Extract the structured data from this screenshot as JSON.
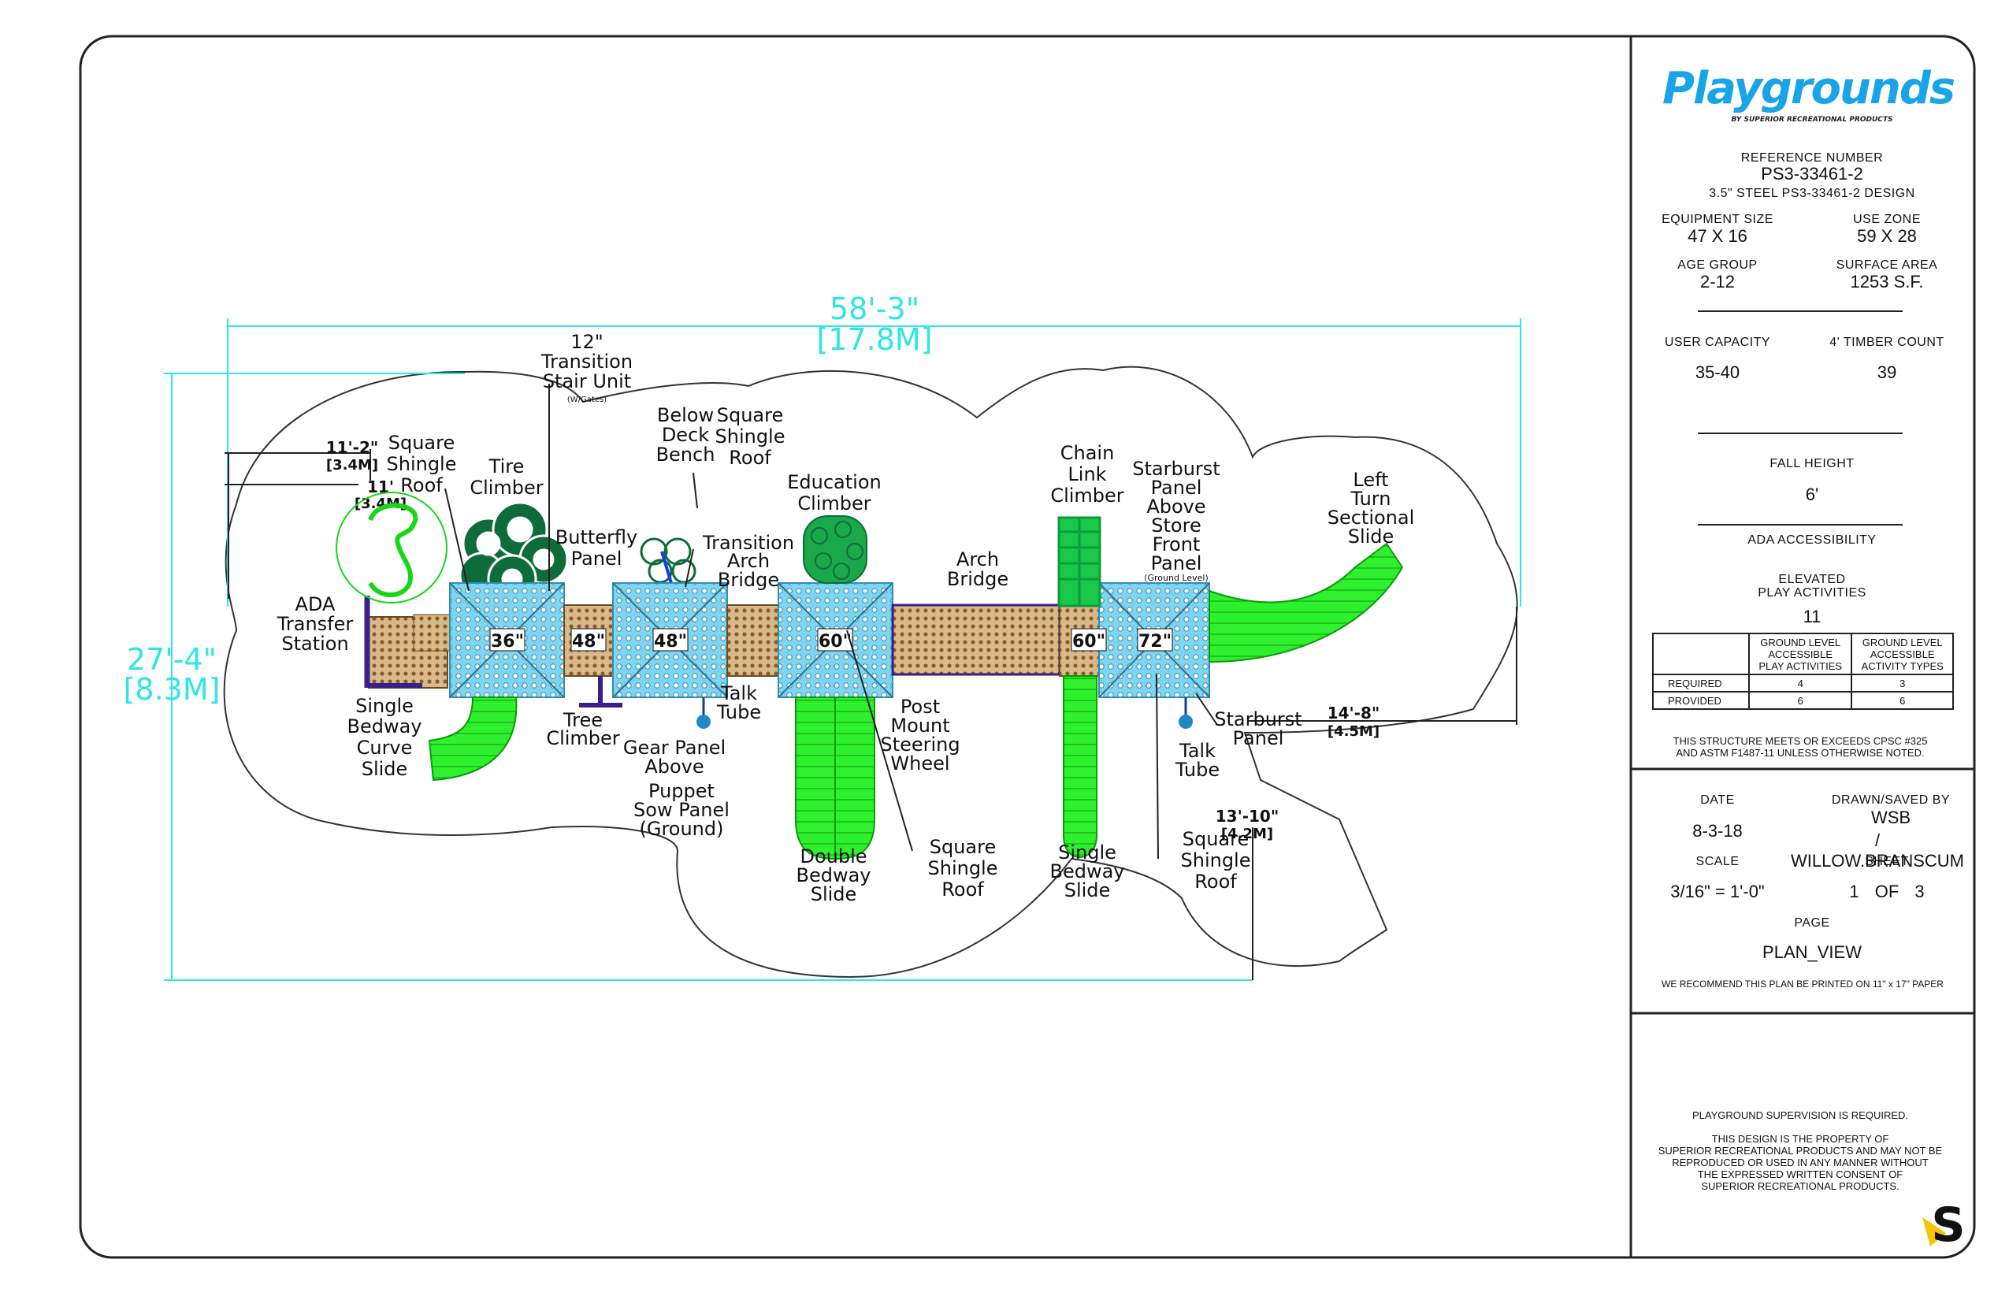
{
  "plan": {
    "overall_width": "58'-3\"",
    "overall_width_metric": "[17.8M]",
    "overall_depth": "27'-4\"",
    "overall_depth_metric": "[8.3M]",
    "dims": {
      "d1": "11'-2\"",
      "d1m": "[3.4M]",
      "d2": "11'",
      "d2m": "[3.4M]",
      "d3": "14'-8\"",
      "d3m": "[4.5M]",
      "d4": "13'-10\"",
      "d4m": "[4.2M]"
    },
    "deck_heights": [
      "36\"",
      "48\"",
      "48\"",
      "60\"",
      "60\"",
      "72\""
    ],
    "labels": {
      "transition_stair_1": "12\"",
      "transition_stair_2": "Transition",
      "transition_stair_3": "Stair Unit",
      "gates": "(W/Gates)",
      "square_roof_a1": "Square",
      "square_roof_a2": "Shingle",
      "square_roof_a3": "Roof",
      "tire_climber_1": "Tire",
      "tire_climber_2": "Climber",
      "ada_1": "ADA",
      "ada_2": "Transfer",
      "ada_3": "Station",
      "butterfly_1": "Butterfly",
      "butterfly_2": "Panel",
      "below_deck_1": "Below",
      "below_deck_2": "Deck",
      "below_deck_3": "Bench",
      "square_roof_b1": "Square",
      "square_roof_b2": "Shingle",
      "square_roof_b3": "Roof",
      "transition_arch_1": "Transition",
      "transition_arch_2": "Arch",
      "transition_arch_3": "Bridge",
      "education_1": "Education",
      "education_2": "Climber",
      "arch_bridge_1": "Arch",
      "arch_bridge_2": "Bridge",
      "chain_link_1": "Chain",
      "chain_link_2": "Link",
      "chain_link_3": "Climber",
      "starburst_1": "Starburst",
      "starburst_2": "Panel",
      "starburst_3": "Above",
      "starburst_4": "Store",
      "starburst_5": "Front",
      "starburst_6": "Panel",
      "ground_level": "(Ground Level)",
      "left_turn_1": "Left",
      "left_turn_2": "Turn",
      "left_turn_3": "Sectional",
      "left_turn_4": "Slide",
      "single_curve_1": "Single",
      "single_curve_2": "Bedway",
      "single_curve_3": "Curve",
      "single_curve_4": "Slide",
      "tree_climber_1": "Tree",
      "tree_climber_2": "Climber",
      "gear_1": "Gear Panel",
      "gear_2": "Above",
      "puppet_1": "Puppet",
      "puppet_2": "Sow Panel",
      "puppet_3": "(Ground)",
      "talk_tube_a1": "Talk",
      "talk_tube_a2": "Tube",
      "post_mount_1": "Post",
      "post_mount_2": "Mount",
      "post_mount_3": "Steering",
      "post_mount_4": "Wheel",
      "double_slide_1": "Double",
      "double_slide_2": "Bedway",
      "double_slide_3": "Slide",
      "square_roof_c1": "Square",
      "square_roof_c2": "Shingle",
      "square_roof_c3": "Roof",
      "single_slide_1": "Single",
      "single_slide_2": "Bedway",
      "single_slide_3": "Slide",
      "square_roof_d1": "Square",
      "square_roof_d2": "Shingle",
      "square_roof_d3": "Roof",
      "talk_tube_b1": "Talk",
      "talk_tube_b2": "Tube",
      "starburst_b1": "Starburst",
      "starburst_b2": "Panel"
    }
  },
  "title_block": {
    "logo": "Playgrounds",
    "logo_sub": "BY SUPERIOR RECREATIONAL PRODUCTS",
    "reference_number_label": "REFERENCE NUMBER",
    "reference_number": "PS3-33461-2",
    "design": "3.5\" STEEL PS3-33461-2 DESIGN",
    "equipment_size_label": "EQUIPMENT SIZE",
    "equipment_size": "47 X 16",
    "use_zone_label": "USE ZONE",
    "use_zone": "59 X 28",
    "age_group_label": "AGE GROUP",
    "age_group": "2-12",
    "surface_area_label": "SURFACE AREA",
    "surface_area": "1253 S.F.",
    "user_capacity_label": "USER CAPACITY",
    "user_capacity": "35-40",
    "timber_count_label": "4' TIMBER COUNT",
    "timber_count": "39",
    "fall_height_label": "FALL HEIGHT",
    "fall_height": "6'",
    "ada_label": "ADA ACCESSIBILITY",
    "elevated_label_1": "ELEVATED",
    "elevated_label_2": "PLAY ACTIVITIES",
    "elevated_count": "11",
    "table": {
      "col1": [
        "GROUND LEVEL",
        "ACCESSIBLE",
        "PLAY ACTIVITIES"
      ],
      "col2": [
        "GROUND LEVEL",
        "ACCESSIBLE",
        "ACTIVITY TYPES"
      ],
      "required_label": "REQUIRED",
      "required": [
        "4",
        "3"
      ],
      "provided_label": "PROVIDED",
      "provided": [
        "6",
        "6"
      ]
    },
    "cpsc_1": "THIS STRUCTURE MEETS OR EXCEEDS CPSC #325",
    "cpsc_2": "AND ASTM F1487-11 UNLESS OTHERWISE NOTED.",
    "date_label": "DATE",
    "date": "8-3-18",
    "drawn_label": "DRAWN/SAVED BY",
    "drawn_1": "WSB",
    "drawn_2": "/ WILLOW.BRANSCUM",
    "scale_label": "SCALE",
    "scale": "3/16\" = 1'-0\"",
    "sheet_label": "SHEET",
    "sheet": "1 OF 3",
    "page_label": "PAGE",
    "page": "PLAN_VIEW",
    "print_note": "WE RECOMMEND THIS PLAN BE PRINTED ON 11\" x 17\" PAPER",
    "supervision": "PLAYGROUND SUPERVISION IS REQUIRED.",
    "property_1": "THIS DESIGN IS THE PROPERTY OF",
    "property_2": "SUPERIOR RECREATIONAL PRODUCTS AND MAY NOT BE",
    "property_3": "REPRODUCED OR USED IN ANY MANNER WITHOUT",
    "property_4": "THE EXPRESSED WRITTEN CONSENT OF",
    "property_5": "SUPERIOR RECREATIONAL PRODUCTS.",
    "corner_mark": "S"
  },
  "colors": {
    "dimension": "#2ee6e6",
    "deck": "#5cc8e8",
    "slide": "#22ee22",
    "climber": "#0e6b3a",
    "bridge": "#c8a26e",
    "post": "#3a1e8c"
  }
}
